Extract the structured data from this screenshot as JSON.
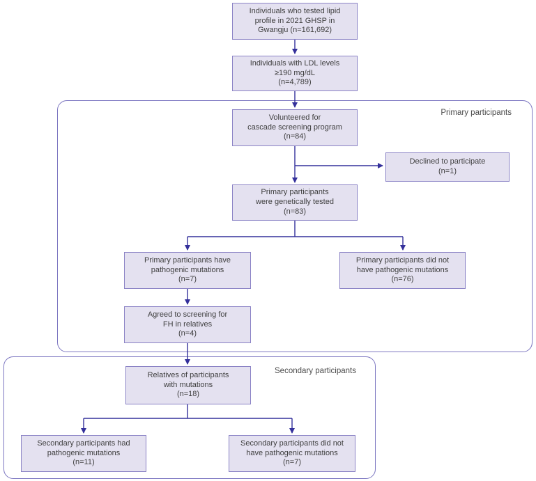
{
  "figure": {
    "colors": {
      "box_fill": "#e4e1f0",
      "box_border": "#8a82c5",
      "container_border": "#7c76c1",
      "arrow": "#34309b",
      "text": "#3f3f3f",
      "label_text": "#4b4b4b",
      "background": "#ffffff"
    },
    "containers": {
      "primary": {
        "label": "Primary participants"
      },
      "secondary": {
        "label": "Secondary participants"
      }
    },
    "nodes": {
      "lipid_tested": {
        "lines": [
          "Individuals who tested lipid",
          "profile in 2021 GHSP in",
          "Gwangju (n=161,692)"
        ]
      },
      "ldl_levels": {
        "lines": [
          "Individuals with LDL levels",
          "≥190 mg/dL",
          "(n=4,789)"
        ]
      },
      "volunteered": {
        "lines": [
          "Volunteered for",
          "cascade screening program",
          "(n=84)"
        ]
      },
      "declined": {
        "lines": [
          "Declined to participate",
          "(n=1)"
        ]
      },
      "genetically_tested": {
        "lines": [
          "Primary participants",
          "were genetically tested",
          "(n=83)"
        ]
      },
      "primary_mutations": {
        "lines": [
          "Primary participants have",
          "pathogenic mutations",
          "(n=7)"
        ]
      },
      "primary_no_mutations": {
        "lines": [
          "Primary participants did not",
          "have pathogenic mutations",
          "(n=76)"
        ]
      },
      "agreed_screening": {
        "lines": [
          "Agreed to screening for",
          "FH in relatives",
          "(n=4)"
        ]
      },
      "relatives": {
        "lines": [
          "Relatives of participants",
          "with mutations",
          "(n=18)"
        ]
      },
      "secondary_mutations": {
        "lines": [
          "Secondary participants had",
          "pathogenic mutations",
          "(n=11)"
        ]
      },
      "secondary_no_mutations": {
        "lines": [
          "Secondary participants did not",
          "have pathogenic mutations",
          "(n=7)"
        ]
      }
    }
  }
}
